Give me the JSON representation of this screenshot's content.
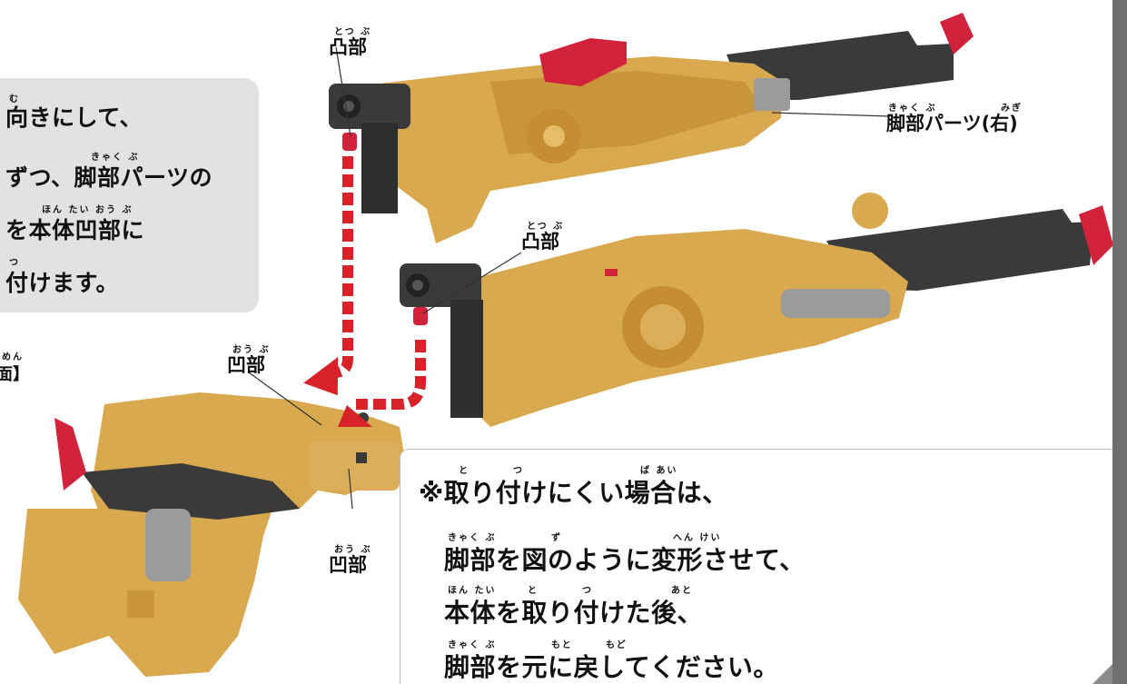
{
  "instruction_box": {
    "lines": [
      "向きにして、",
      "ずつ、脚部パーツの",
      "を本体凹部に",
      "付けます。"
    ],
    "ruby": [
      "む",
      "きゃく ぶ",
      "ほん たい おう ぶ",
      "つ"
    ]
  },
  "side_label": {
    "text": "面】",
    "ruby": "めん"
  },
  "labels": {
    "convex_top": {
      "text": "凸部",
      "ruby": "とつ ぶ"
    },
    "convex_mid": {
      "text": "凸部",
      "ruby": "とつ ぶ"
    },
    "concave_upper": {
      "text": "凹部",
      "ruby": "おう ぶ"
    },
    "concave_lower": {
      "text": "凹部",
      "ruby": "おう ぶ"
    },
    "leg_part": {
      "text": "脚部パーツ(右)",
      "ruby_a": "きゃく ぶ",
      "ruby_b": "みぎ"
    }
  },
  "note": {
    "lines": [
      "※取り付けにくい場合は、",
      "脚部を図のように変形させて、",
      "本体を取り付けた後、",
      "脚部を元に戻してください。"
    ],
    "ruby": [
      [
        "と",
        "つ",
        "ば あい"
      ],
      [
        "きゃく ぶ",
        "ず",
        "へん けい"
      ],
      [
        "ほん たい",
        "と",
        "つ",
        "あと"
      ],
      [
        "きゃく ぶ",
        "もと",
        "もど"
      ]
    ]
  },
  "colors": {
    "toy_gold": "#d9a94f",
    "toy_dark": "#b8862c",
    "toy_black": "#3a3a3a",
    "toy_red": "#d3223c",
    "toy_gray": "#9b9b9b",
    "arrow_red": "#d7222a",
    "arrow_orange": "#ef6a34",
    "panel_gray": "#e2e2e2"
  }
}
